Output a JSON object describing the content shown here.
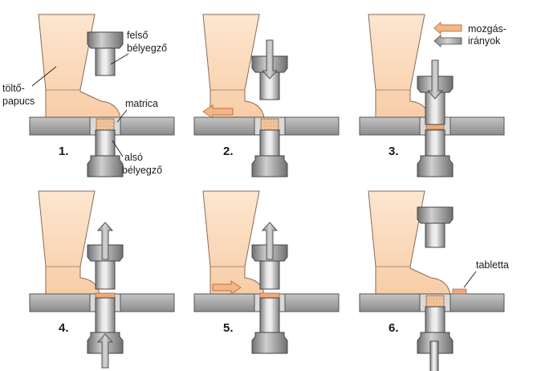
{
  "labels": {
    "filler_line1": "töltő-",
    "filler_line2": "papucs",
    "upper_punch_line1": "felső",
    "upper_punch_line2": "bélyegző",
    "die": "matrica",
    "lower_punch_line1": "alsó",
    "lower_punch_line2": "bélyegző",
    "tablet": "tabletta"
  },
  "legend": {
    "line1": "mozgás-",
    "line2": "irányok"
  },
  "steps": [
    "1.",
    "2.",
    "3.",
    "4.",
    "5.",
    "6."
  ],
  "colors": {
    "powder": "#fad7b8",
    "powder_dark": "#e0ae82",
    "tablet": "#f0a878",
    "steel": "#a0a0a0",
    "steel_light": "#e8e8e8",
    "arrow_move": "#f4b688",
    "arrow_gray": "#a9a9a9"
  }
}
